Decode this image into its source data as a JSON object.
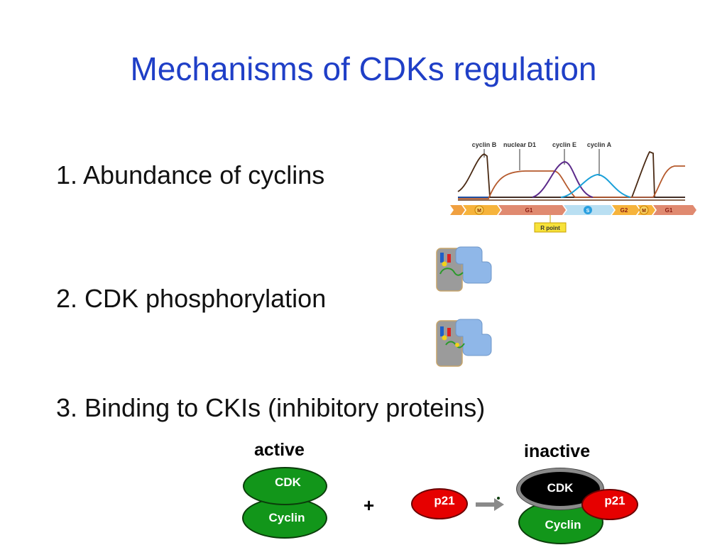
{
  "title": "Mechanisms of CDKs regulation",
  "points": [
    "1. Abundance of cyclins",
    "2. CDK phosphorylation",
    "3. Binding to CKIs (inhibitory  proteins)"
  ],
  "cycle_diagram": {
    "curve_labels": [
      "cyclin B",
      "nuclear D1",
      "cyclin E",
      "cyclin A"
    ],
    "phases": [
      "M",
      "G1",
      "S",
      "G2",
      "M",
      "G1"
    ],
    "rpoint": "R point"
  },
  "ckI_diagram": {
    "active_label": "active",
    "inactive_label": "inactive",
    "cdk": "CDK",
    "cyclin": "Cyclin",
    "p21": "p21",
    "plus": "+"
  },
  "colors": {
    "title": "#1f3fc7",
    "cyclin_green": "#12961a",
    "p21_red": "#e60000",
    "cdk_black": "#000000"
  }
}
